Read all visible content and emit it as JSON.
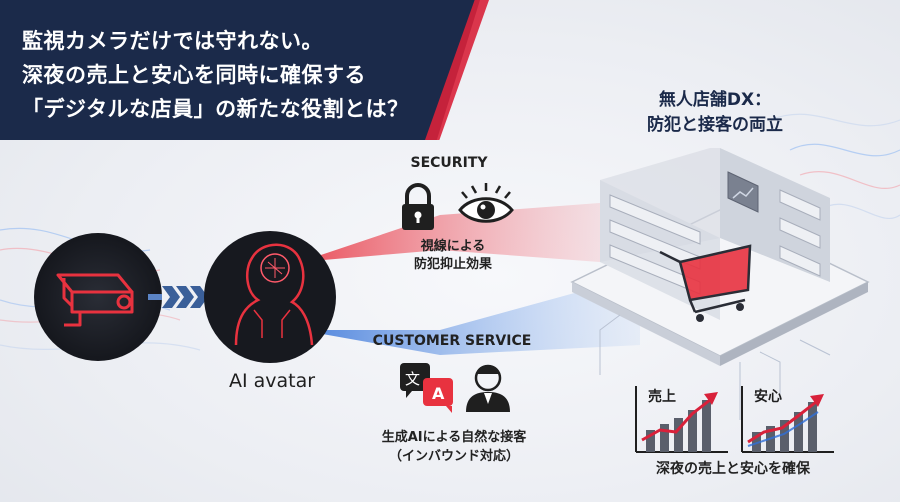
{
  "banner": {
    "lines": [
      "監視カメラだけでは守れない。",
      "深夜の売上と安心を同時に確保する",
      "「デジタルな店員」の新たな役割とは？"
    ],
    "bg_color": "#1b2a4a",
    "accent_color": "#d8213a"
  },
  "store_title": {
    "line1": "無人店舗DX：",
    "line2": "防犯と接客の両立"
  },
  "security": {
    "title": "SECURITY",
    "sub1": "視線による",
    "sub2": "防犯抑止効果",
    "icons": [
      "lock-icon",
      "eye-icon"
    ],
    "color": "#e8323f"
  },
  "customer_service": {
    "title": "CUSTOMER SERVICE",
    "sub1": "生成AIによる自然な接客",
    "sub2": "（インバウンド対応）",
    "icons": [
      "translate-icon",
      "person-icon"
    ],
    "color": "#2f6fd8"
  },
  "avatar": {
    "label": "AI avatar"
  },
  "charts": [
    {
      "label": "売上",
      "trend": "up",
      "line_color": "#d8213a"
    },
    {
      "label": "安心",
      "trend": "up",
      "line_color": "#d8213a"
    }
  ],
  "bottom_caption": "深夜の売上と安心を確保"
}
